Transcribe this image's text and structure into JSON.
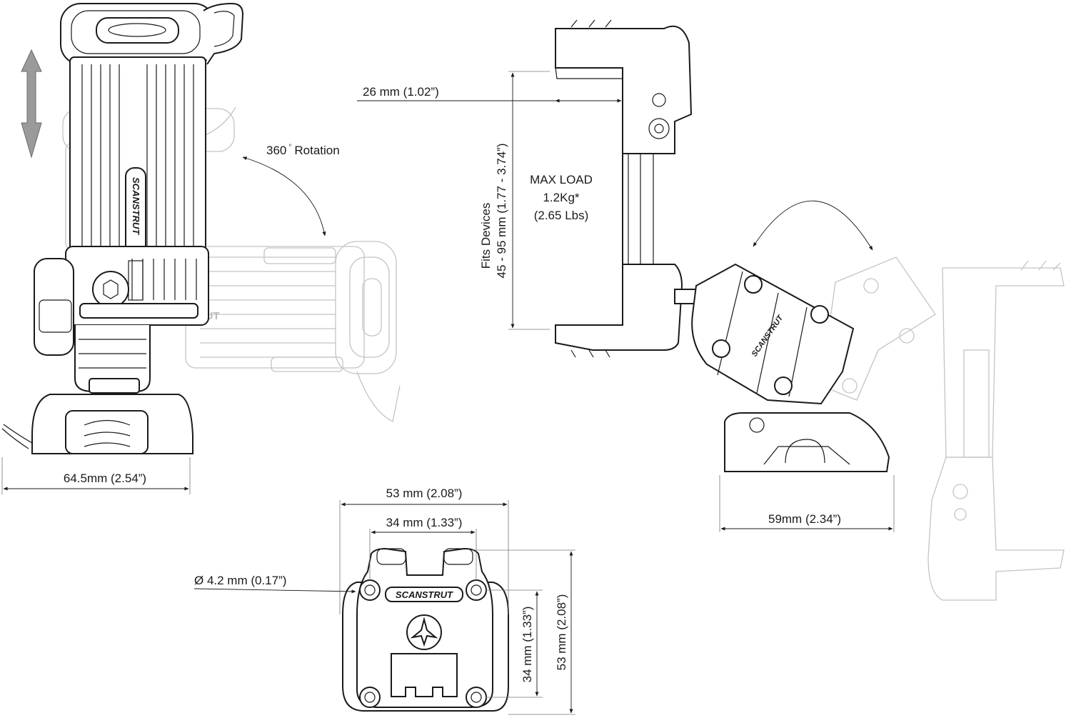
{
  "brand": "SCANSTRUT",
  "side_view": {
    "rotation_label": "360° Rotation",
    "rotation_degrees": "360",
    "rotation_unit": "°",
    "rotation_word": "Rotation",
    "width_label": "64.5mm (2.54”)"
  },
  "front_view": {
    "jaw_depth_label": "26 mm (1.02”)",
    "fits_line1": "Fits Devices",
    "fits_line2": "45 - 95 mm (1.77 - 3.74”)",
    "max_load_line1": "MAX LOAD",
    "max_load_line2": "1.2Kg*",
    "max_load_line3": "(2.65 Lbs)",
    "base_width_label": "59mm (2.34”)"
  },
  "base_plate": {
    "outer_width_label": "53 mm (2.08”)",
    "hole_spacing_width_label": "34 mm (1.33”)",
    "hole_diameter_label": "Ø 4.2 mm (0.17”)",
    "hole_spacing_height_label": "34 mm (1.33”)",
    "outer_height_label": "53 mm (2.08”)"
  },
  "colors": {
    "line": "#1a1a1a",
    "ghost": "#c4c4c4",
    "arrow_fill": "#9a9a9a",
    "background": "#ffffff"
  },
  "icons": [
    "vertical-double-arrow-icon",
    "curved-rotation-arrow-icon",
    "tilt-arrow-icon",
    "dimension-arrow-icon"
  ]
}
